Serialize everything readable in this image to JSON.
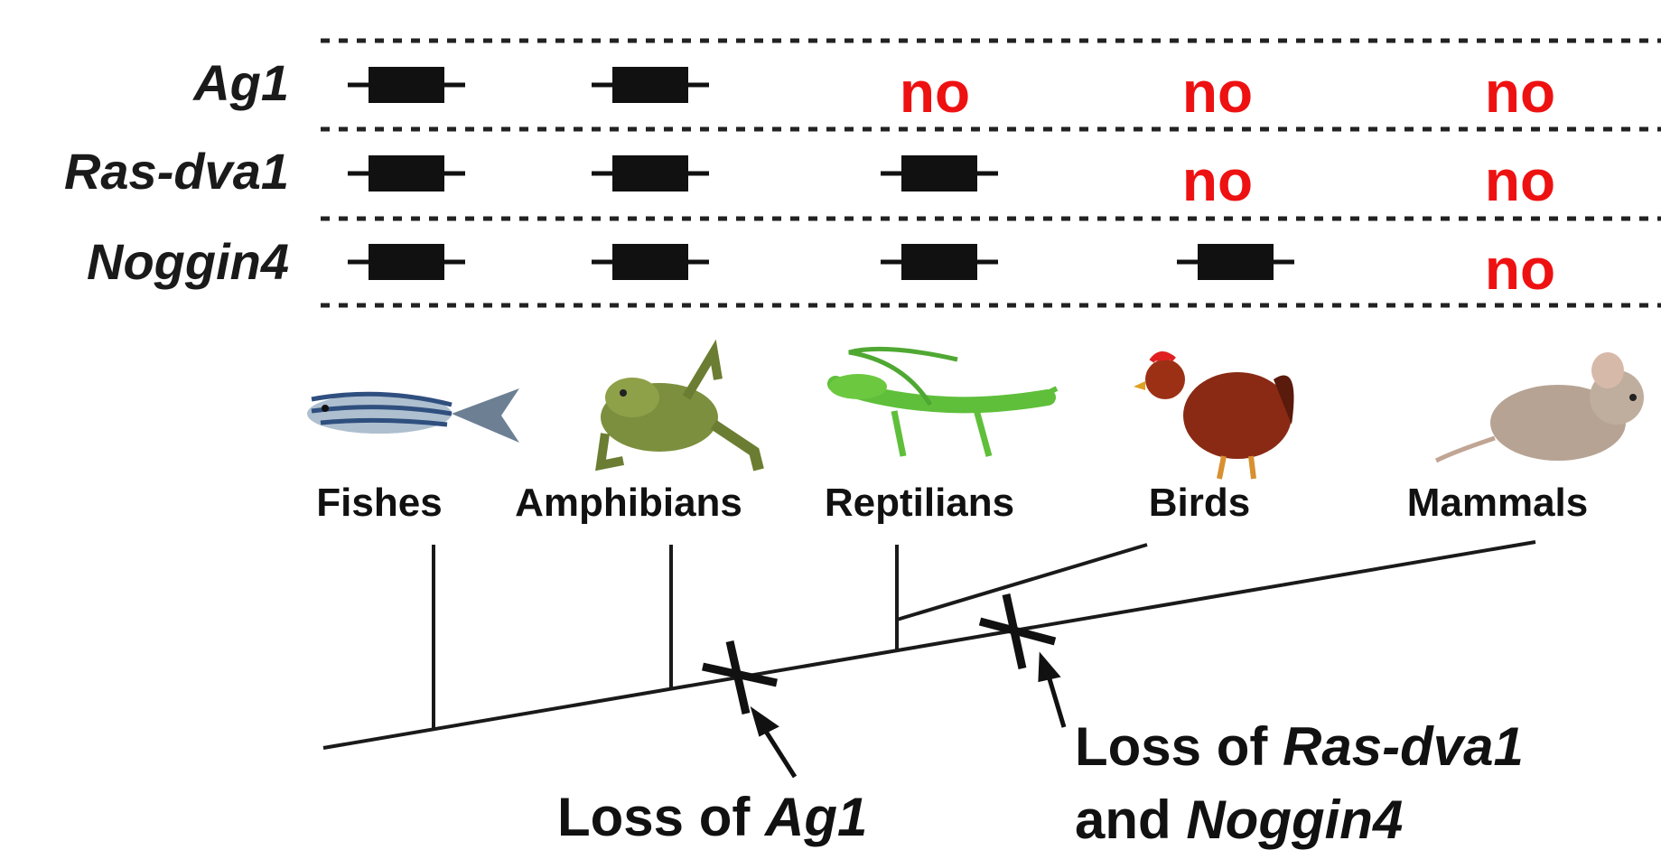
{
  "genes": [
    {
      "name": "Ag1",
      "presence": [
        true,
        true,
        false,
        false,
        false
      ]
    },
    {
      "name": "Ras-dva1",
      "presence": [
        true,
        true,
        true,
        false,
        false
      ]
    },
    {
      "name": "Noggin4",
      "presence": [
        true,
        true,
        true,
        true,
        false
      ]
    }
  ],
  "absent_label": "no",
  "taxa": [
    "Fishes",
    "Amphibians",
    "Reptilians",
    "Birds",
    "Mammals"
  ],
  "animal_icons": [
    "fish-icon",
    "frog-icon",
    "lizard-icon",
    "chicken-icon",
    "mouse-icon"
  ],
  "captions": {
    "loss1_prefix": "Loss of ",
    "loss1_gene": "Ag1",
    "loss2_prefix": "Loss of ",
    "loss2_gene": "Ras-dva1",
    "loss2_and": "and ",
    "loss2_gene2": "Noggin4"
  },
  "colors": {
    "absent": "#ee1111",
    "gene_box": "#111111"
  }
}
